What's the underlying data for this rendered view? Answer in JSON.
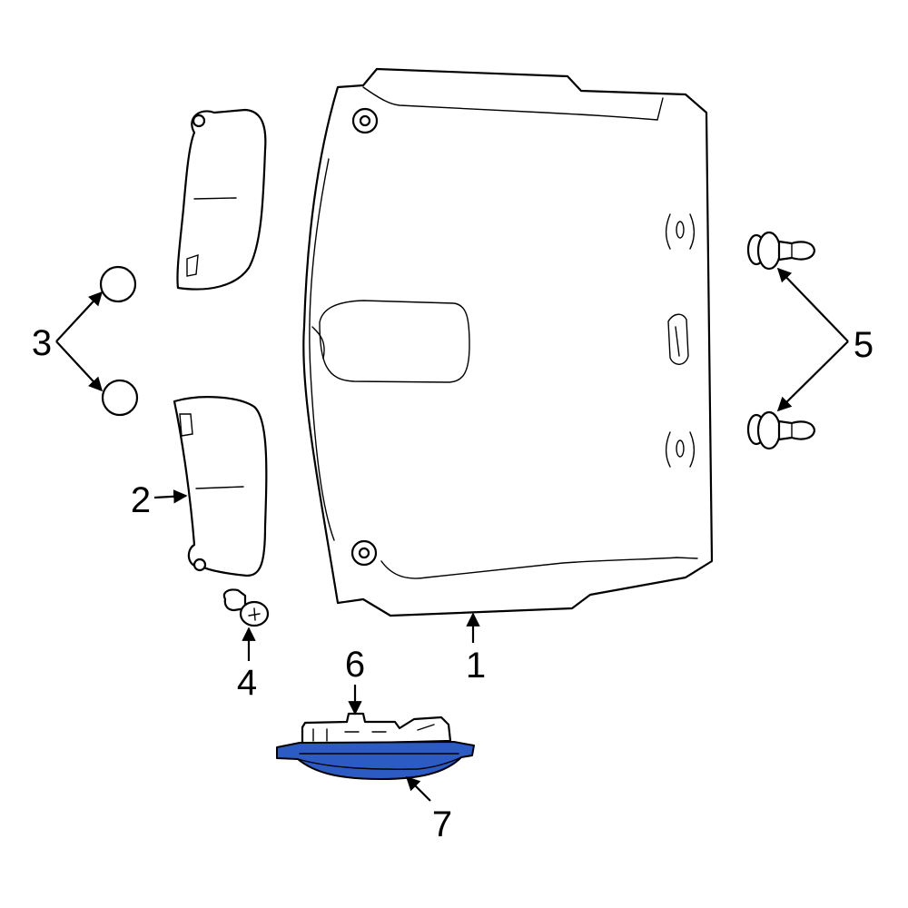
{
  "callouts": [
    {
      "id": "1",
      "label": "1"
    },
    {
      "id": "2",
      "label": "2"
    },
    {
      "id": "3",
      "label": "3"
    },
    {
      "id": "4",
      "label": "4"
    },
    {
      "id": "5",
      "label": "5"
    },
    {
      "id": "6",
      "label": "6"
    },
    {
      "id": "7",
      "label": "7"
    }
  ],
  "colors": {
    "line": "#000000",
    "background": "#ffffff",
    "highlight": "#2d5bc4"
  }
}
